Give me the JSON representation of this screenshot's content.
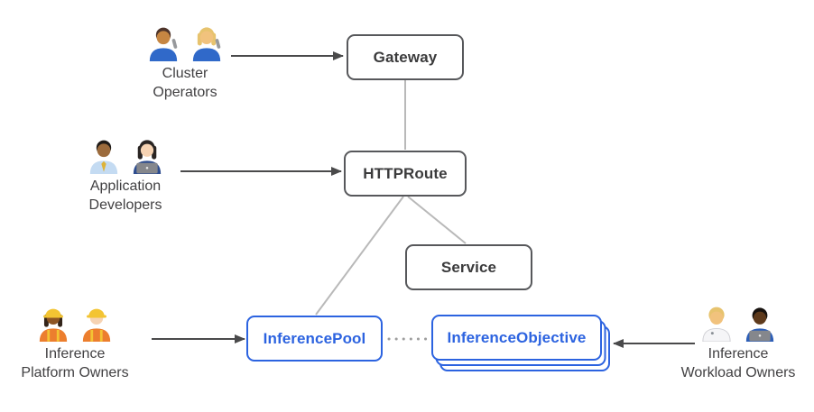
{
  "personas": {
    "cluster_operators": {
      "line1": "Cluster",
      "line2": "Operators",
      "icons": [
        "man-mechanic",
        "woman-mechanic"
      ],
      "emoji": "👨🏽‍🔧 👩🏼‍🔧"
    },
    "application_developers": {
      "line1": "Application",
      "line2": "Developers",
      "icons": [
        "man-office-worker",
        "woman-technologist"
      ],
      "emoji": "👨🏾‍💼 👩🏻‍💻"
    },
    "inference_platform_owners": {
      "line1": "Inference",
      "line2": "Platform Owners",
      "icons": [
        "woman-construction-worker",
        "man-construction-worker"
      ],
      "emoji": "👷🏾‍♀️ 👷🏻"
    },
    "inference_workload_owners": {
      "line1": "Inference",
      "line2": "Workload Owners",
      "icons": [
        "health-worker",
        "man-technologist"
      ],
      "emoji": "🧑🏼‍⚕️ 🧑🏿‍💻"
    }
  },
  "nodes": {
    "gateway": {
      "label": "Gateway",
      "style": "gray"
    },
    "httproute": {
      "label": "HTTPRoute",
      "style": "gray"
    },
    "service": {
      "label": "Service",
      "style": "gray"
    },
    "inference_pool": {
      "label": "InferencePool",
      "style": "blue"
    },
    "inference_objective": {
      "label": "InferenceObjective",
      "style": "blue",
      "stacked": true
    }
  },
  "edges": [
    {
      "from": "cluster_operators",
      "to": "gateway",
      "type": "arrow"
    },
    {
      "from": "application_developers",
      "to": "httproute",
      "type": "arrow"
    },
    {
      "from": "inference_platform_owners",
      "to": "inference_pool",
      "type": "arrow"
    },
    {
      "from": "inference_workload_owners",
      "to": "inference_objective",
      "type": "arrow"
    },
    {
      "from": "gateway",
      "to": "httproute",
      "type": "line"
    },
    {
      "from": "httproute",
      "to": "service",
      "type": "line"
    },
    {
      "from": "httproute",
      "to": "inference_pool",
      "type": "line"
    },
    {
      "from": "inference_pool",
      "to": "inference_objective",
      "type": "dotted"
    }
  ],
  "colors": {
    "node_border_gray": "#57585B",
    "node_text_gray": "#3B3B3C",
    "node_blue": "#2C63E0",
    "connector_gray": "#B9B9B9",
    "arrow_dark": "#4A4A4B",
    "persona_text": "#414042",
    "background": "#FFFFFF"
  }
}
